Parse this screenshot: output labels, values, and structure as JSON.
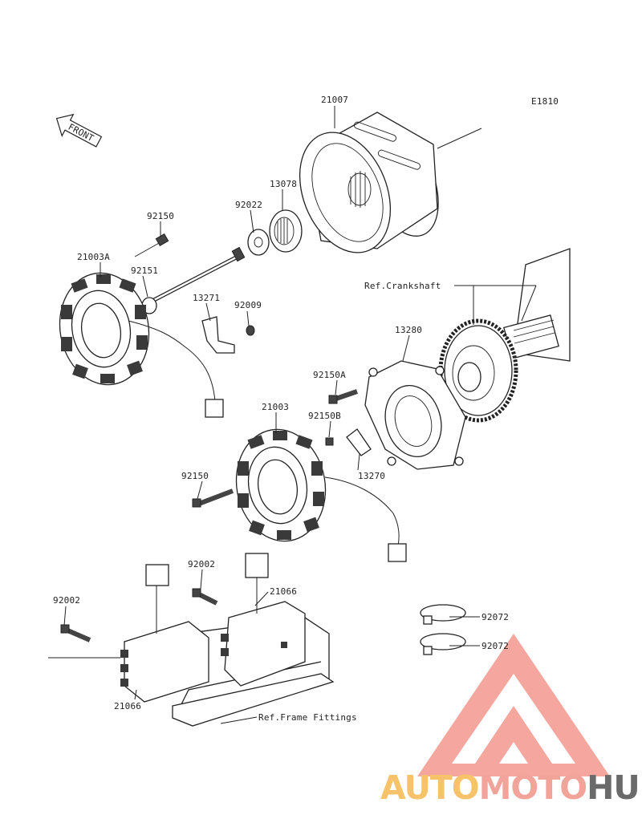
{
  "diagram": {
    "code": "E1810",
    "front_label": "FRONT",
    "parts": {
      "p21007": "21007",
      "p13078": "13078",
      "p92022": "92022",
      "p92150_top": "92150",
      "p21003A": "21003A",
      "p92151": "92151",
      "p13271": "13271",
      "p92009": "92009",
      "p13280": "13280",
      "p92150A": "92150A",
      "p92150B": "92150B",
      "p21003": "21003",
      "p13270": "13270",
      "p92150_mid": "92150",
      "p92002_left": "92002",
      "p92002_mid": "92002",
      "p21066_right": "21066",
      "p21066_left": "21066",
      "p92072_a": "92072",
      "p92072_b": "92072"
    },
    "refs": {
      "crankshaft": "Ref.Crankshaft",
      "frame_fittings": "Ref.Frame Fittings"
    }
  },
  "watermark": {
    "part1": "AUTO",
    "part2": "MOTO",
    "part3": "HUB",
    "colors": {
      "auto": "#f6c36a",
      "moto": "#f2a39a",
      "hub": "#6a6a6a",
      "triangle": "#f28a80"
    }
  }
}
